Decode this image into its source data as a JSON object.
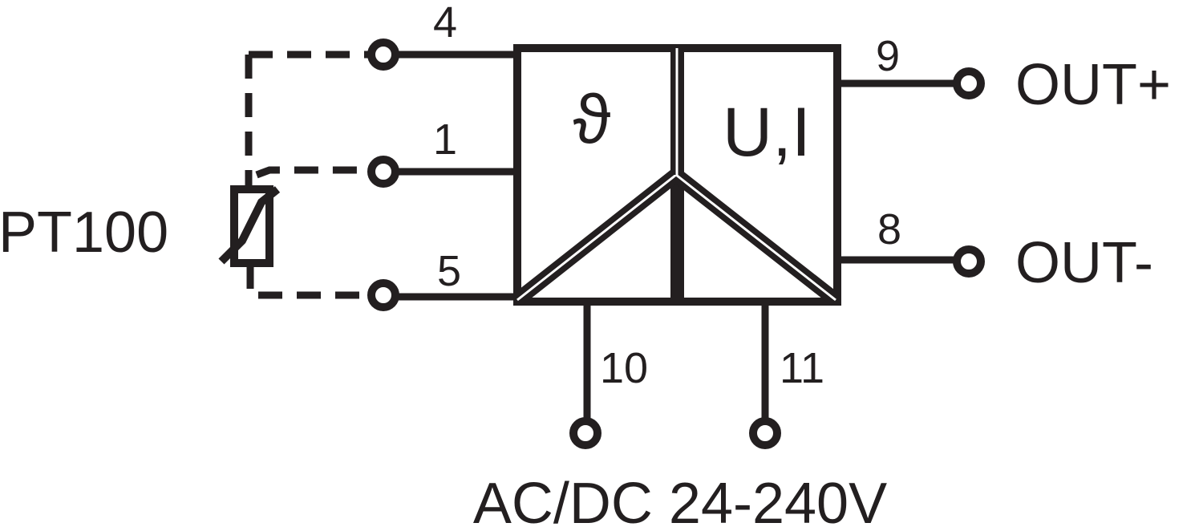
{
  "sensor": {
    "label": "PT100"
  },
  "terminals": {
    "t4": "4",
    "t1": "1",
    "t5": "5",
    "t9": "9",
    "t8": "8",
    "t10": "10",
    "t11": "11"
  },
  "blocks": {
    "input_symbol": "ϑ",
    "output_symbol": "U,I"
  },
  "outputs": {
    "positive": "OUT+",
    "negative": "OUT-"
  },
  "supply": {
    "label": "AC/DC 24-240V"
  },
  "colors": {
    "ink": "#231f20",
    "background": "#ffffff"
  }
}
